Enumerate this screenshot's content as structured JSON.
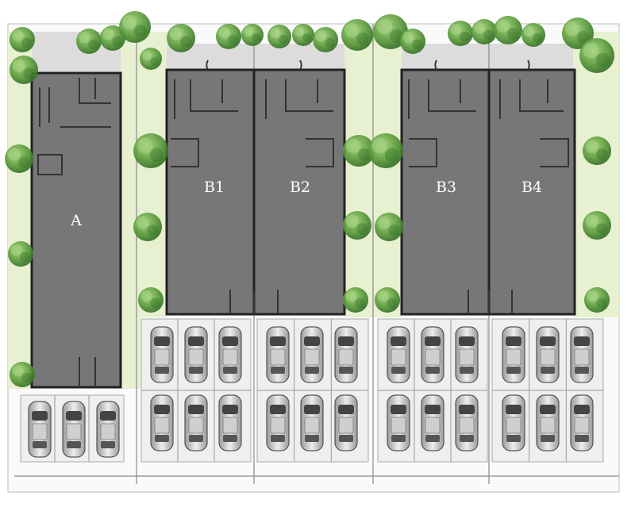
{
  "plan": {
    "colors": {
      "lawn": "#e6efcf",
      "building": "#777777",
      "wall": "#222222",
      "paving": "#ececec",
      "grid": "#999999",
      "tree": "#6aa44a",
      "tree_dark": "#3e7a2d",
      "car": "#d8d8d8",
      "label": "#ffffff"
    },
    "units": [
      {
        "id": "a",
        "label": "A"
      },
      {
        "id": "b1",
        "label": "B1"
      },
      {
        "id": "b2",
        "label": "B2"
      },
      {
        "id": "b3",
        "label": "B3"
      },
      {
        "id": "b4",
        "label": "B4"
      }
    ],
    "tree_icon": "tree-canopy-icon",
    "car_icon": "car-top-view-icon"
  }
}
